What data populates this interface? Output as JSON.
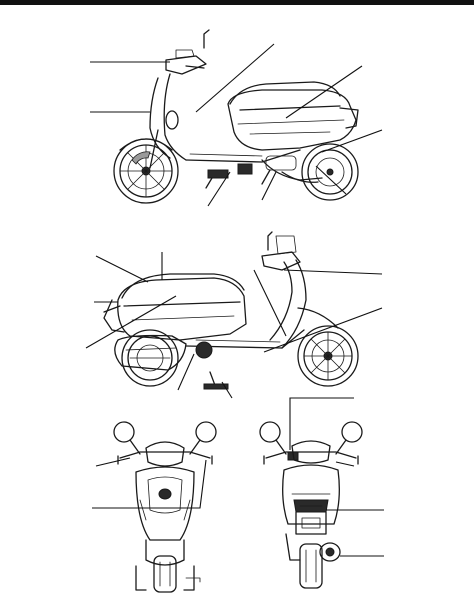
{
  "colors": {
    "rule": "#111111",
    "ink": "#1a1a1a",
    "paper": "#ffffff"
  },
  "views": [
    {
      "id": "left-side-view",
      "callout_count": 7
    },
    {
      "id": "right-side-view",
      "callout_count": 7
    },
    {
      "id": "front-view",
      "callout_count": 2
    },
    {
      "id": "rear-view",
      "callout_count": 4
    }
  ]
}
